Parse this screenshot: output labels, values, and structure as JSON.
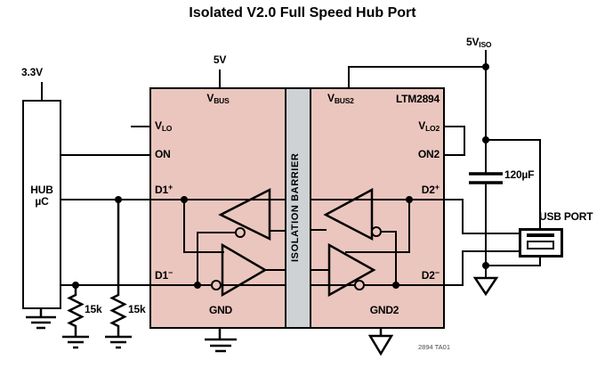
{
  "title": "Isolated V2.0 Full Speed Hub Port",
  "note": "2894 TA01",
  "colors": {
    "block_fill": "#eac6be",
    "barrier_fill": "#ced2d4",
    "line": "#000000"
  },
  "external_left": {
    "supply": "3.3V",
    "hub_line1": "HUB",
    "hub_line2": "µC",
    "r1": "15k",
    "r2": "15k"
  },
  "module": {
    "supply": "5V",
    "left_pins": {
      "vbus_base": "V",
      "vbus_sub": "BUS",
      "vlo_base": "V",
      "vlo_sub": "LO",
      "on": "ON",
      "d1p_base": "D1",
      "d1p_sup": "+",
      "d1m_base": "D1",
      "d1m_sup": "−",
      "gnd": "GND"
    },
    "barrier": "ISOLATION BARRIER",
    "right_pins": {
      "part": "LTM2894",
      "vbus2_base": "V",
      "vbus2_sub": "BUS2",
      "vlo2_base": "V",
      "vlo2_sub": "LO2",
      "on2": "ON2",
      "d2p_base": "D2",
      "d2p_sup": "+",
      "d2m_base": "D2",
      "d2m_sup": "−",
      "gnd2": "GND2"
    }
  },
  "external_right": {
    "supply_base": "5V",
    "supply_sub": "ISO",
    "cap": "120µF",
    "usb": "USB PORT"
  }
}
